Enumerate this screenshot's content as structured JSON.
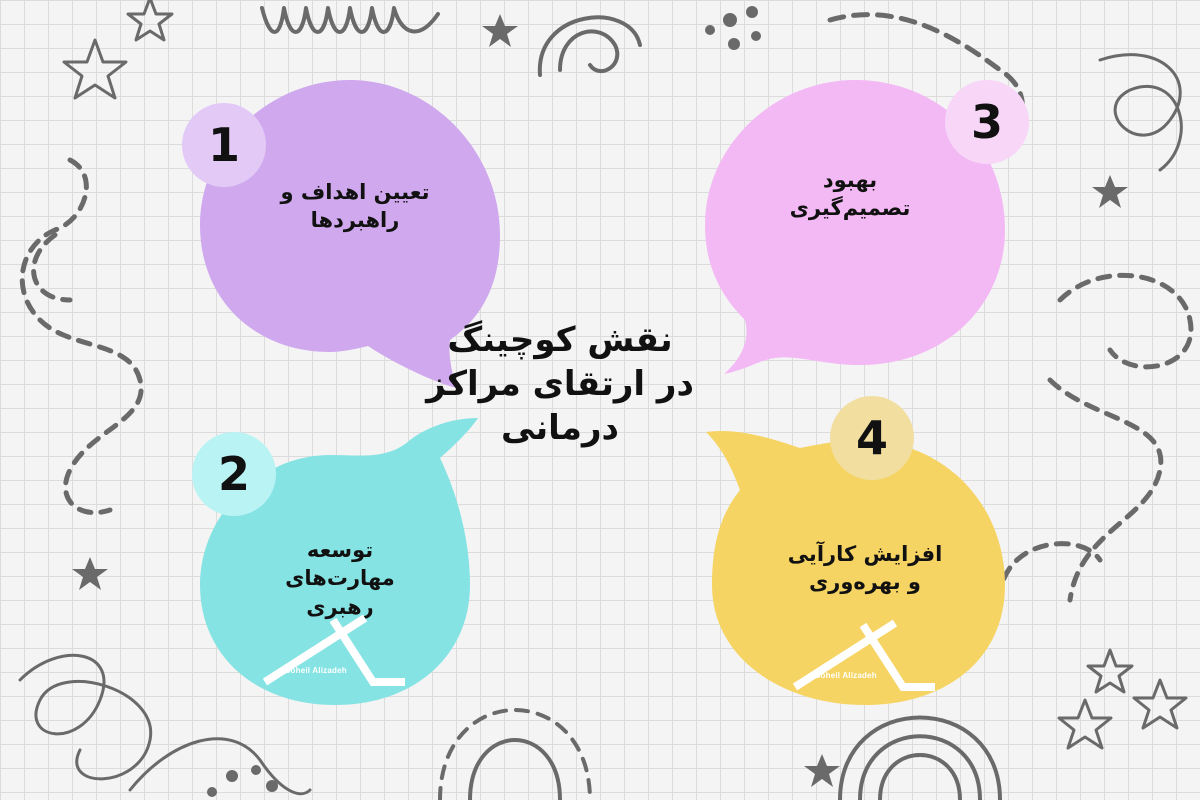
{
  "title": {
    "lines": [
      "نقش کوچینگ",
      "در ارتقای مراکز",
      "درمانی"
    ]
  },
  "items": [
    {
      "number": "1",
      "lines": [
        "تعیین اهداف و",
        "راهبردها"
      ],
      "color": "#cfa8ee",
      "badge_color": "#e2c9f6"
    },
    {
      "number": "2",
      "lines": [
        "توسعه",
        "مهارت‌های",
        "رهبری"
      ],
      "color": "#86e3e3",
      "badge_color": "#b9f3f3"
    },
    {
      "number": "3",
      "lines": [
        "بهبود",
        "تصمیم‌گیری"
      ],
      "color": "#f3b9f4",
      "badge_color": "#f8d6f8"
    },
    {
      "number": "4",
      "lines": [
        "افزایش کارآیی",
        "و بهره‌وری"
      ],
      "color": "#f6d463",
      "badge_color": "#f2dfa0"
    }
  ],
  "watermark": {
    "text": "Soheil Alizadeh"
  },
  "colors": {
    "background": "#f4f4f4",
    "grid": "#dcdcdc",
    "doodle": "#666666",
    "text": "#111111"
  }
}
